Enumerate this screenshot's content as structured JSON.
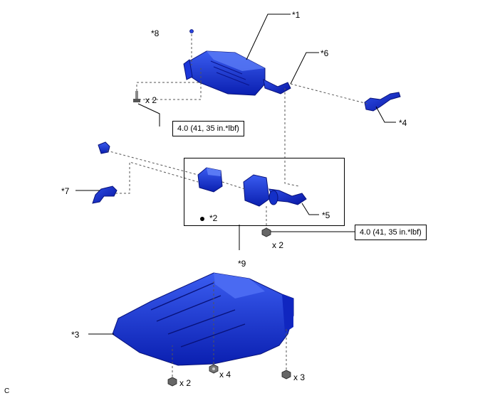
{
  "callouts": {
    "c1": "*1",
    "c2": "*2",
    "c3": "*3",
    "c4": "*4",
    "c5": "*5",
    "c6": "*6",
    "c7": "*7",
    "c8": "*8",
    "c9": "*9"
  },
  "quantities": {
    "top_bolt": "x 2",
    "right_nut": "x 2",
    "bottom_left": "x 2",
    "bottom_mid": "x 4",
    "bottom_right": "x 3"
  },
  "torque": {
    "upper": "4.0 (41, 35 in.*lbf)",
    "lower": "4.0 (41, 35 in.*lbf)"
  },
  "corner_mark": "C"
}
